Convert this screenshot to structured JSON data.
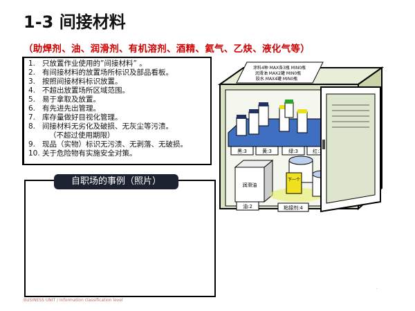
{
  "title": "1-3 间接材料",
  "subtitle": "（助焊剂、油、润滑剂、有机溶剂、酒精、氦气、乙炔、液化气等）",
  "rules": [
    {
      "n": "1.",
      "t": "只放置作业使用的”间接材料”  。"
    },
    {
      "n": "2.",
      "t": "有间接材料的放置场所标识及部品看板。"
    },
    {
      "n": "3.",
      "t": "按照间接材料标识放置。"
    },
    {
      "n": "4.",
      "t": "不超出放置场所区域范围。"
    },
    {
      "n": "5.",
      "t": "易于拿取及放置。"
    },
    {
      "n": "6.",
      "t": "有先进先出管理。"
    },
    {
      "n": "7.",
      "t": "库存量做好目视化管理。"
    },
    {
      "n": "8.",
      "t": "间接材料无劣化及破损、无灰尘等污渍。"
    },
    {
      "n": "",
      "t": "（不超过使用期限）"
    },
    {
      "n": "9.",
      "t": "现品（实物）标识无污渍、无剥落、无破损。"
    },
    {
      "n": "10.",
      "t": "关于危险物有实施安全对策。"
    }
  ],
  "photo_title": "自职场的事例（照片）",
  "cabinet": {
    "sign": [
      "涂料4种  MAX各3瓶 MIN0瓶",
      "润滑油  MAX2罐 MIN0瓶",
      "胶水  MAX4罐 MIN0瓶"
    ],
    "bins": [
      "黑:3",
      "黄:3",
      "绿:3",
      "红:3"
    ],
    "oil_can": "润滑油",
    "oil_label": "油:2",
    "glue_label": "粘接剂:4",
    "next_tag": "下一个"
  },
  "footer": "BUSINESS UNIT / Information classification level",
  "dot": "."
}
